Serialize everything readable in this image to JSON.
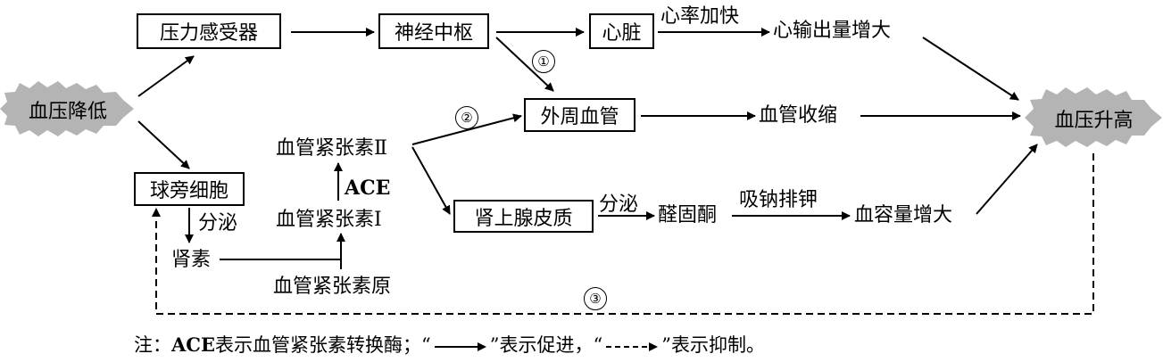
{
  "nodes": {
    "bp_low": "血压降低",
    "baroreceptor": "压力感受器",
    "nerve_center": "神经中枢",
    "heart": "心脏",
    "heart_rate": "心率加快",
    "cardiac_output": "心输出量增大",
    "bp_high": "血压升高",
    "peripheral_vessels": "外周血管",
    "vasoconstriction": "血管收缩",
    "juxtaglomerular": "球旁细胞",
    "secrete_1": "分泌",
    "renin": "肾素",
    "angiotensinogen": "血管紧张素原",
    "angiotensin_1": "血管紧张素Ⅰ",
    "ace": "ACE",
    "angiotensin_2": "血管紧张素Ⅱ",
    "adrenal_cortex": "肾上腺皮质",
    "secrete_2": "分泌",
    "aldosterone": "醛固酮",
    "na_k": "吸钠排钾",
    "blood_volume": "血容量增大"
  },
  "labels": {
    "c1": "①",
    "c2": "②",
    "c3": "③"
  },
  "note": {
    "prefix": "注：",
    "ace_bold": "ACE",
    "part1": "表示血管紧张素转换酶；“",
    "part2": "”表示促进，“",
    "part3": "”表示抑制。"
  },
  "colors": {
    "burst_fill": "#b4b4b4",
    "line": "#000000"
  }
}
